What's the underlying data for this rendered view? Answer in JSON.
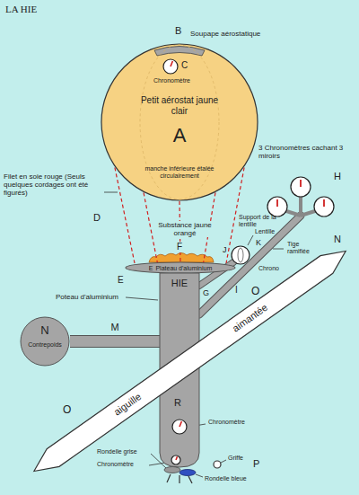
{
  "diagram": {
    "title": "LA HIE",
    "nodes": [
      {
        "text": [
          "Petit aérostat jaune clair",
          "A"
        ]
      },
      {
        "text": [
          "E",
          "Plateau d'aluminium"
        ]
      },
      {
        "text": [
          "HIE"
        ]
      },
      {
        "text": [
          "N",
          "Contrepoids"
        ]
      },
      {
        "text": [
          "aiguille",
          "aimantée"
        ]
      }
    ],
    "edges": [
      {
        "from": 0,
        "to": 1,
        "arrow": "none"
      },
      {
        "from": 2,
        "to": 3,
        "label": "M",
        "arrow": "none"
      }
    ],
    "labels": [
      "B",
      "Soupape aérostatique",
      "C",
      "Chronomètre",
      "manche inférieure étalée circulairement",
      "Filet en soie rouge (Seuls quelques cordages ont été figurés)",
      "D",
      "Substance jaune orangé",
      "F",
      "E",
      "Poteau d'aluminium",
      "3 Chronomètres cachant 3 miroirs",
      "H",
      "Lentille",
      "K",
      "J",
      "Chrono",
      "Support de la lentille",
      "G",
      "Tige ramifiée",
      "I",
      "O",
      "N",
      "O",
      "R",
      "Chronomètre",
      "Rondelle grise",
      "Chronomètre",
      "Rondelle bleue",
      "Griffe",
      "P"
    ]
  }
}
